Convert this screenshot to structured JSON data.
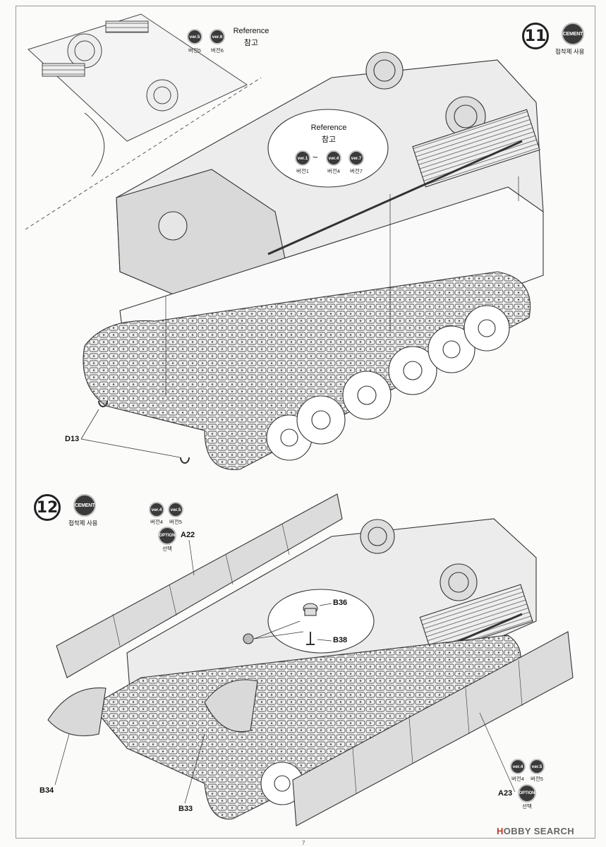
{
  "step11": {
    "number": "11",
    "cement": "CEMENT",
    "cement_note": "접착제 사용",
    "top_ref": {
      "versions": [
        "ver.5",
        "ver.6"
      ],
      "labels": [
        "버전5",
        "버전6"
      ],
      "title": "Reference",
      "subtitle": "참고"
    },
    "deck_ref": {
      "title": "Reference",
      "subtitle": "참고",
      "versions": [
        "ver.1",
        "ver.4",
        "ver.7"
      ],
      "labels": [
        "버전1",
        "버전4",
        "버전7"
      ],
      "range_symbol": "~"
    },
    "parts": [
      "D13"
    ]
  },
  "step12": {
    "number": "12",
    "cement": "CEMENT",
    "cement_note": "접착제 사용",
    "ver_badges": [
      "ver.4",
      "ver.5"
    ],
    "ver_labels": [
      "버전4",
      "버전5"
    ],
    "option": "OPTION",
    "option_note": "선택",
    "parts": [
      "A22",
      "B36",
      "B38",
      "B34",
      "B33",
      "A23"
    ],
    "bottom_ver_badges": [
      "ver.4",
      "ver.5"
    ],
    "bottom_ver_labels": [
      "버전4",
      "버전5"
    ],
    "bottom_option": "OPTION",
    "bottom_option_note": "선택"
  },
  "footer": {
    "brand_prefix": "H",
    "brand": "OBBY SEARCH",
    "page": "7"
  }
}
